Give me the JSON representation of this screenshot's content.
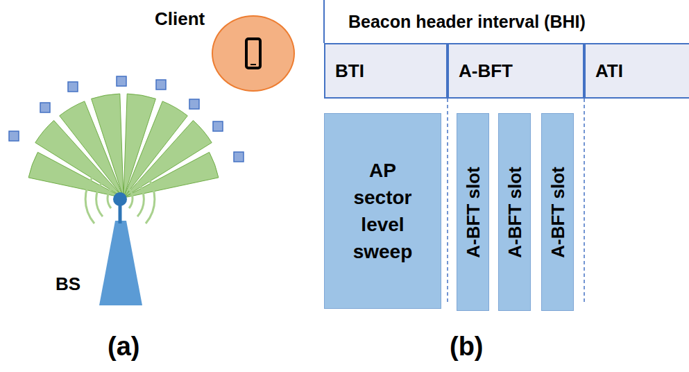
{
  "diagram": {
    "nodes": [
      {
        "text": [
          "Client"
        ]
      },
      {
        "text": [
          "Beacon header interval (BHI)"
        ]
      },
      {
        "text": [
          "BTI"
        ],
        "in": 1
      },
      {
        "text": [
          "A-BFT"
        ],
        "in": 1
      },
      {
        "text": [
          "ATI"
        ],
        "in": 1
      },
      {
        "text": [
          "AP sector level sweep"
        ]
      },
      {
        "text": [
          "A-BFT slot"
        ]
      },
      {
        "text": [
          "A-BFT slot"
        ]
      },
      {
        "text": [
          "A-BFT slot"
        ]
      }
    ],
    "edges": [],
    "labels": [
      "BS",
      "(a)",
      "(b)"
    ]
  }
}
